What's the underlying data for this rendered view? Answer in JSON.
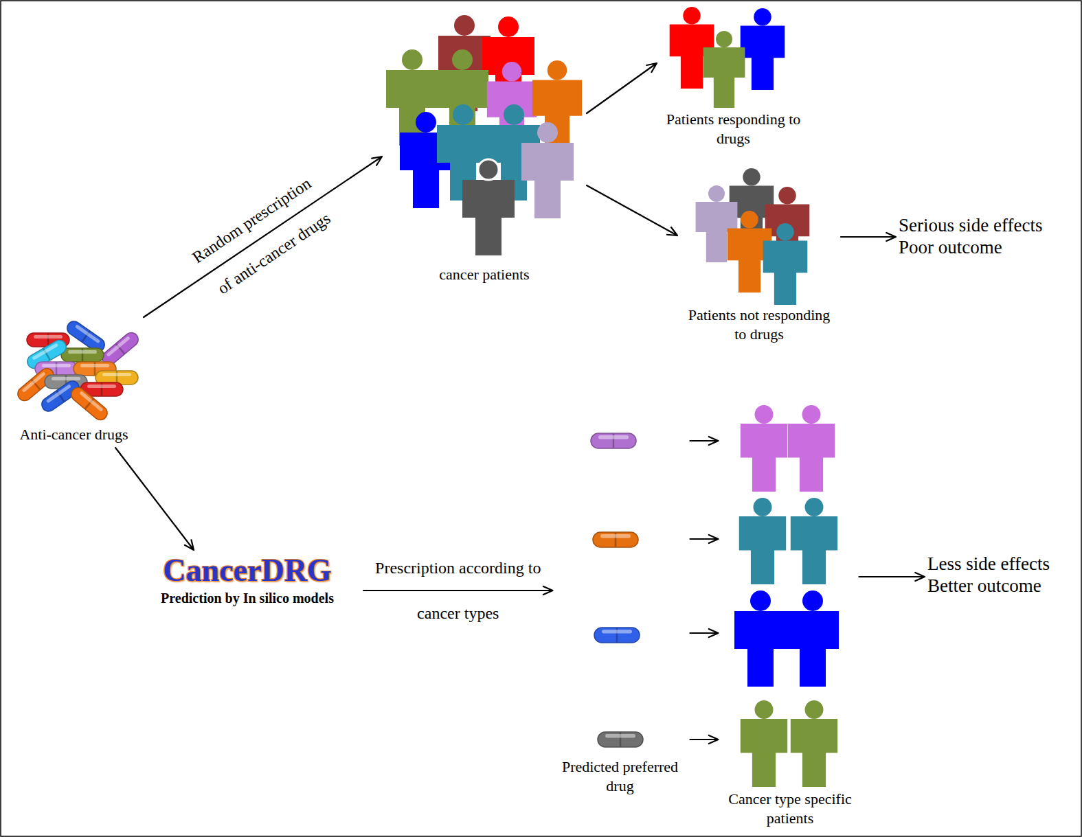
{
  "diagram": {
    "nodes": [
      {
        "text": [
          "Anti-cancer drugs"
        ]
      },
      {
        "text": [
          "cancer patients"
        ]
      },
      {
        "text": [
          "Patients responding to drugs"
        ]
      },
      {
        "text": [
          "Patients not responding to drugs"
        ]
      },
      {
        "text": [
          "Serious side effects Poor outcome"
        ]
      },
      {
        "text": [
          "CancerDRG",
          "Prediction by In silico models"
        ]
      },
      {
        "text": [
          "Predicted preferred drug"
        ]
      },
      {
        "text": [
          "Cancer type specific patients"
        ]
      },
      {
        "text": [
          "Less side effects Better outcome"
        ]
      }
    ],
    "edges": [
      {
        "from": 0,
        "to": 1,
        "label": "Random prescription of anti-cancer drugs",
        "arrow": "to"
      },
      {
        "from": 1,
        "to": 2,
        "arrow": "to"
      },
      {
        "from": 1,
        "to": 3,
        "arrow": "to"
      },
      {
        "from": 3,
        "to": 4,
        "arrow": "to"
      },
      {
        "from": 0,
        "to": 5,
        "arrow": "to"
      },
      {
        "from": 5,
        "to": 6,
        "label": "Prescription according to cancer types",
        "arrow": "to"
      },
      {
        "from": 6,
        "to": 7,
        "arrow": "to"
      },
      {
        "from": 7,
        "to": 8,
        "arrow": "to"
      }
    ]
  }
}
